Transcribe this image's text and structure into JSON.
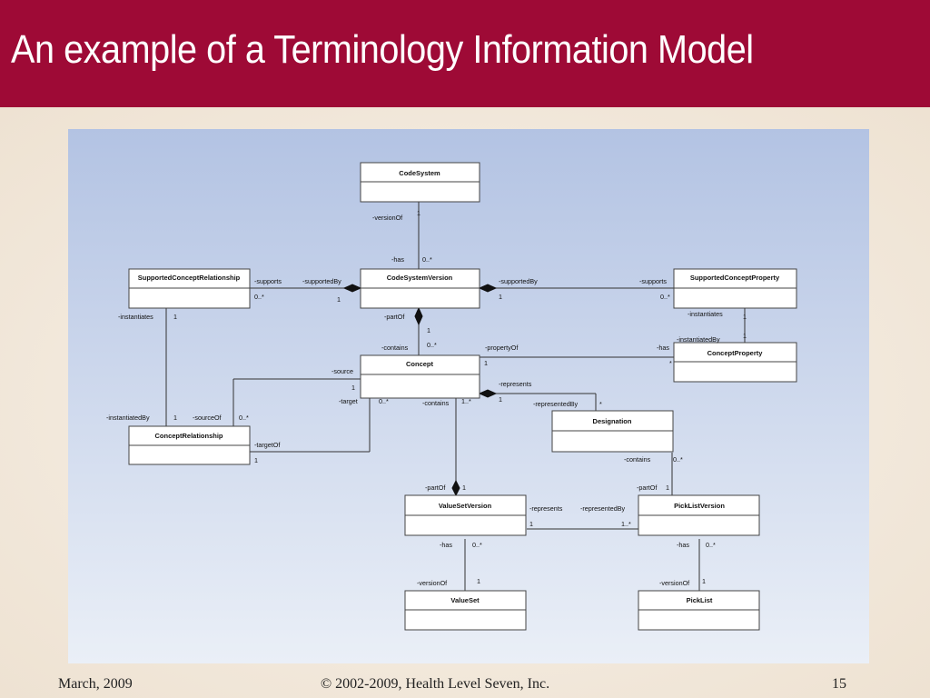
{
  "slide": {
    "title": "An example of a Terminology Information Model",
    "footer_left": "March, 2009",
    "footer_center": "© 2002-2009, Health Level Seven, Inc.",
    "footer_right": "15"
  },
  "colors": {
    "title_bar": "#9e0a36",
    "diagram_bg_top": "#b8c7e6",
    "diagram_bg_bottom": "#e9eef7"
  },
  "classes": {
    "code_system": "CodeSystem",
    "code_system_version": "CodeSystemVersion",
    "supported_concept_relationship": "SupportedConceptRelationship",
    "supported_concept_property": "SupportedConceptProperty",
    "concept": "Concept",
    "concept_property": "ConceptProperty",
    "concept_relationship": "ConceptRelationship",
    "designation": "Designation",
    "value_set_version": "ValueSetVersion",
    "pick_list_version": "PickListVersion",
    "value_set": "ValueSet",
    "pick_list": "PickList"
  },
  "labels": {
    "cs_versionOf": "-versionOf",
    "cs_1": "1",
    "csv_has": "-has",
    "csv_0n": "0..*",
    "scr_supports": "-supports",
    "scr_0n": "0..*",
    "scr_supportedBy": "-supportedBy",
    "scr_1": "1",
    "scp_supportedBy": "-supportedBy",
    "scp_1": "1",
    "scp_supports": "-supports",
    "scp_0n": "0..*",
    "scr_instantiates": "-instantiates",
    "scr_inst_1": "1",
    "scp_instantiates": "-instantiates",
    "scp_inst_1": "1",
    "cp_instantiatedBy": "-instantiatedBy",
    "cp_inst_1": "1",
    "csv_partOf": "-partOf",
    "csv_part_1": "1",
    "c_contains": "-contains",
    "c_contains_0n": "0..*",
    "c_propertyOf": "-propertyOf",
    "c_prop_1": "1",
    "cp_has": "-has",
    "cp_star": "*",
    "c_source": "-source",
    "c_source_1": "1",
    "c_target": "-target",
    "c_target_0n": "0..*",
    "c_contains2": "-contains",
    "c_contains2_1n": "1..*",
    "c_represents": "-represents",
    "c_represents_1": "1",
    "d_representedBy": "-representedBy",
    "d_star": "*",
    "cr_instantiatedBy": "-instantiatedBy",
    "cr_inst_1": "1",
    "cr_sourceOf": "-sourceOf",
    "cr_source_0n": "0..*",
    "cr_targetOf": "-targetOf",
    "cr_target_1": "1",
    "d_contains": "-contains",
    "d_contains_0n": "0..*",
    "vsv_partOf": "-partOf",
    "vsv_part_1": "1",
    "plv_partOf": "-partOf",
    "plv_part_1": "1",
    "vsv_represents": "-represents",
    "vsv_rep_1": "1",
    "plv_representedBy": "-representedBy",
    "plv_rep_1n": "1..*",
    "vsv_has": "-has",
    "vsv_has_0n": "0..*",
    "vs_versionOf": "-versionOf",
    "vs_1": "1",
    "plv_has": "-has",
    "plv_has_0n": "0..*",
    "pl_versionOf": "-versionOf",
    "pl_1": "1"
  }
}
